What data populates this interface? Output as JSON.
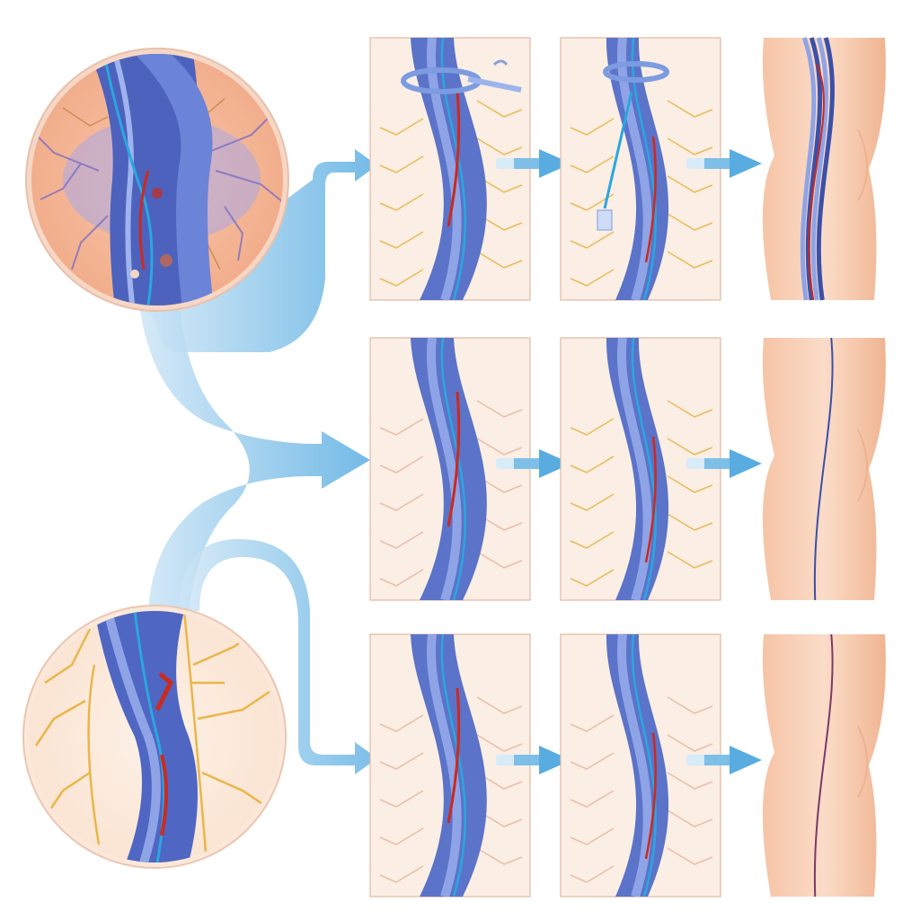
{
  "diagram": {
    "title": "",
    "colors": {
      "background": "#ffffff",
      "panel_fill": "#fbeee4",
      "panel_border": "#e2b9a3",
      "skin_light": "#fbd9c4",
      "skin_dark": "#f1b894",
      "vein_outer": "#5b73c8",
      "vein_inner": "#8ea4e6",
      "vein_deep": "#3b50a8",
      "catheter": "#2aa7df",
      "blood": "#cc2a1e",
      "nerve": "#e9b64a",
      "nerve_faint": "#e8b9a4",
      "arrow": "#58ace0",
      "arrow_light": "#d7ebf8"
    },
    "source_views": [
      {
        "id": "varicose-vein-closeup",
        "icon": "varicose-vein-icon"
      },
      {
        "id": "healthy-vein-closeup",
        "icon": "vein-nerve-icon"
      }
    ],
    "rows": [
      {
        "id": "row-1",
        "steps": [
          {
            "panel": "vein-panel",
            "icon": "vein-clamp-icon"
          },
          {
            "panel": "vein-panel",
            "icon": "vein-stripping-icon"
          },
          {
            "panel": "leg-panel",
            "icon": "leg-varicose-icon"
          }
        ]
      },
      {
        "id": "row-2",
        "steps": [
          {
            "panel": "vein-panel",
            "icon": "catheter-icon"
          },
          {
            "panel": "vein-panel",
            "icon": "vein-ablation-icon"
          },
          {
            "panel": "leg-panel",
            "icon": "leg-healed-icon"
          }
        ]
      },
      {
        "id": "row-3",
        "steps": [
          {
            "panel": "vein-panel",
            "icon": "catheter-icon"
          },
          {
            "panel": "vein-panel",
            "icon": "vein-sealed-icon"
          },
          {
            "panel": "leg-panel",
            "icon": "leg-healed-icon"
          }
        ]
      }
    ]
  }
}
